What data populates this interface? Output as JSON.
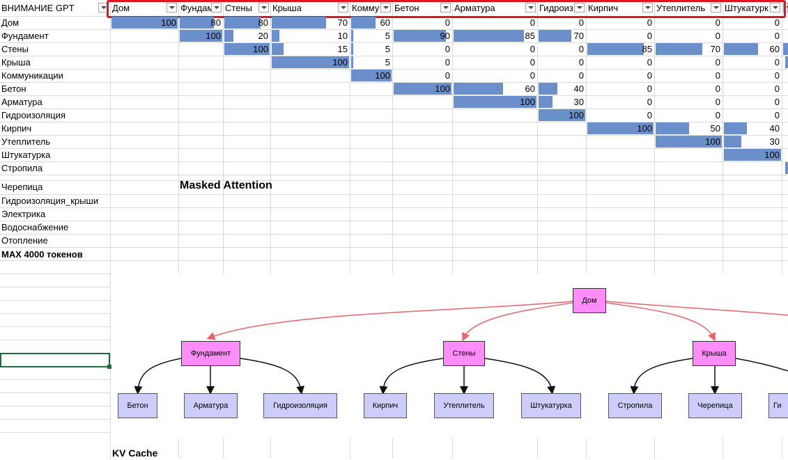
{
  "sheet": {
    "corner_label": "ВНИМАНИЕ GPT",
    "columns": [
      "Дом",
      "Фундамент",
      "Стены",
      "Крыша",
      "Коммуникации",
      "Бетон",
      "Арматура",
      "Гидроизоляция",
      "Кирпич",
      "Утеплитель",
      "Штукатурка"
    ],
    "column_display": [
      "Дом",
      "Фундам",
      "Стены",
      "Крыша",
      "Комму",
      "Бетон",
      "Арматура",
      "Гидроиз",
      "Кирпич",
      "Утеплитель",
      "Штукатурк"
    ],
    "rows": [
      {
        "label": "Дом",
        "values": [
          100,
          80,
          80,
          70,
          60,
          0,
          0,
          0,
          0,
          0,
          0
        ],
        "extra_bar": true
      },
      {
        "label": "Фундамент",
        "values": [
          null,
          100,
          20,
          10,
          5,
          90,
          85,
          70,
          0,
          0,
          0
        ]
      },
      {
        "label": "Стены",
        "values": [
          null,
          null,
          100,
          15,
          5,
          0,
          0,
          0,
          85,
          70,
          60
        ],
        "extra_bar": true
      },
      {
        "label": "Крыша",
        "values": [
          null,
          null,
          null,
          100,
          5,
          0,
          0,
          0,
          0,
          0,
          0
        ],
        "extra_bar": true
      },
      {
        "label": "Коммуникации",
        "values": [
          null,
          null,
          null,
          null,
          100,
          0,
          0,
          0,
          0,
          0,
          0
        ]
      },
      {
        "label": "Бетон",
        "values": [
          null,
          null,
          null,
          null,
          null,
          100,
          60,
          40,
          0,
          0,
          0
        ]
      },
      {
        "label": "Арматура",
        "values": [
          null,
          null,
          null,
          null,
          null,
          null,
          100,
          30,
          0,
          0,
          0
        ]
      },
      {
        "label": "Гидроизоляция",
        "values": [
          null,
          null,
          null,
          null,
          null,
          null,
          null,
          100,
          0,
          0,
          0
        ]
      },
      {
        "label": "Кирпич",
        "values": [
          null,
          null,
          null,
          null,
          null,
          null,
          null,
          null,
          100,
          50,
          40
        ]
      },
      {
        "label": "Утеплитель",
        "values": [
          null,
          null,
          null,
          null,
          null,
          null,
          null,
          null,
          null,
          100,
          30
        ]
      },
      {
        "label": "Штукатурка",
        "values": [
          null,
          null,
          null,
          null,
          null,
          null,
          null,
          null,
          null,
          null,
          100
        ]
      },
      {
        "label": "Стропила",
        "values": [
          null,
          null,
          null,
          null,
          null,
          null,
          null,
          null,
          null,
          null,
          null
        ],
        "extra_bar": true
      }
    ],
    "more_rows": [
      "Черепица",
      "Гидроизоляция_крыши",
      "Электрика",
      "Водоснабжение",
      "Отопление"
    ],
    "max_tokens_label": "MAX 4000 токенов",
    "masked_attention_label": "Masked Attention",
    "kv_cache_label": "KV Cache",
    "bar_color": "#6a8fcb",
    "highlight_color": "#e0141e"
  },
  "diagram": {
    "root": "Дом",
    "level1": [
      "Фундамент",
      "Стены",
      "Крыша"
    ],
    "leaves": [
      "Бетон",
      "Арматура",
      "Гидроизоляция",
      "Кирпич",
      "Утеплитель",
      "Штукатурка",
      "Стропила",
      "Черепица",
      "Ги"
    ],
    "root_color": "#fe8dfa",
    "leaf_color": "#cdcdfb",
    "root_arrow_color": "#e8636b"
  }
}
